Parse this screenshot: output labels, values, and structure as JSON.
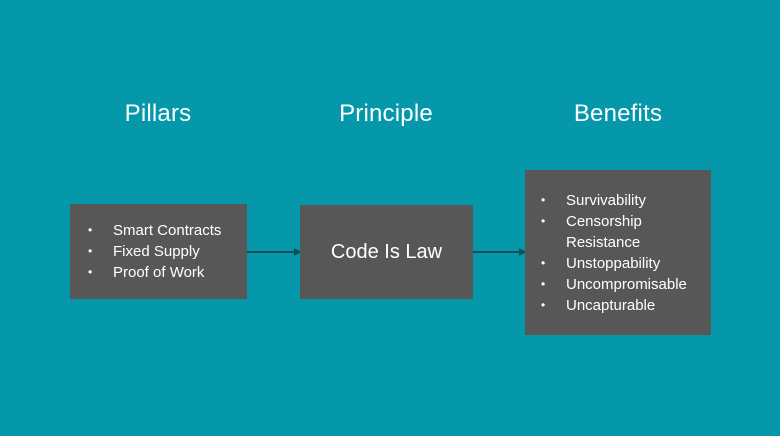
{
  "canvas": {
    "background_color": "#0598aa",
    "box_fill_color": "#575757",
    "text_color": "#ffffff",
    "arrow_color": "#134c57"
  },
  "headers": {
    "pillars": "Pillars",
    "principle": "Principle",
    "benefits": "Benefits"
  },
  "boxes": {
    "pillars": {
      "items": [
        {
          "bullet": "•",
          "label": "Smart Contracts"
        },
        {
          "bullet": "•",
          "label": "Fixed Supply"
        },
        {
          "bullet": "•",
          "label": "Proof of Work"
        }
      ]
    },
    "principle": {
      "label": "Code Is Law"
    },
    "benefits": {
      "items": [
        {
          "bullet": "•",
          "label": "Survivability"
        },
        {
          "bullet": "•",
          "label": "Censorship\nResistance"
        },
        {
          "bullet": "•",
          "label": "Unstoppability"
        },
        {
          "bullet": "•",
          "label": "Uncompromisable"
        },
        {
          "bullet": "•",
          "label": "Uncapturable"
        }
      ]
    }
  },
  "connectors": [
    {
      "name": "pillars-to-principle"
    },
    {
      "name": "principle-to-benefits"
    }
  ]
}
